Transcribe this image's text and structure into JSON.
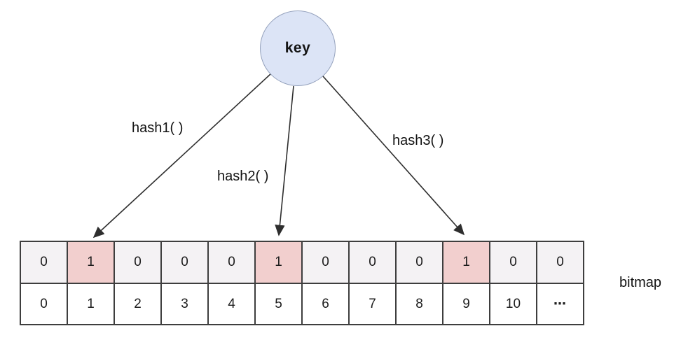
{
  "diagram": {
    "key_label": "key",
    "hash_functions": [
      {
        "label": "hash1( )"
      },
      {
        "label": "hash2( )"
      },
      {
        "label": "hash3( )"
      }
    ],
    "bitmap_label": "bitmap",
    "bitmap": {
      "bits": [
        "0",
        "1",
        "0",
        "0",
        "0",
        "1",
        "0",
        "0",
        "0",
        "1",
        "0",
        "0"
      ],
      "indices": [
        "0",
        "1",
        "2",
        "3",
        "4",
        "5",
        "6",
        "7",
        "8",
        "9",
        "10",
        "⋯"
      ],
      "highlighted_indices": [
        1,
        5,
        9
      ]
    },
    "colors": {
      "key_fill": "#dce4f6",
      "key_stroke": "#95a2bd",
      "bit_row_bg": "#f4f2f4",
      "highlight_bg": "#f2cfce",
      "index_row_bg": "#ffffff",
      "border": "#3e3e3e",
      "arrow": "#2e2e2e"
    }
  }
}
